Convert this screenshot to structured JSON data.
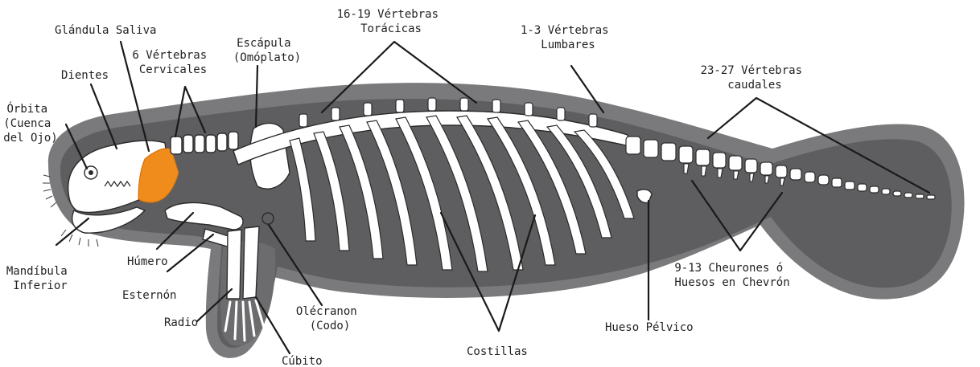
{
  "colors": {
    "body_outer": "#7a7a7c",
    "body_inner": "#5e5e60",
    "bone_fill": "#ffffff",
    "bone_outline": "#2b2b2b",
    "salivary_gland": "#f08c1c",
    "label_text": "#222222",
    "leader_line": "#1a1a1a"
  },
  "labels": {
    "glandula_saliva": "Glándula Saliva",
    "dientes": "Dientes",
    "orbita": [
      "Órbita",
      "(Cuenca",
      "del Ojo)"
    ],
    "cervicales": [
      "6 Vértebras",
      "Cervicales"
    ],
    "escapula": [
      "Escápula",
      "(Omóplato)"
    ],
    "toracicas": [
      "16-19 Vértebras",
      "Torácicas"
    ],
    "lumbares": [
      "1-3 Vértebras",
      "Lumbares"
    ],
    "caudales": [
      "23-27 Vértebras",
      "caudales"
    ],
    "mandibula": [
      "Mandíbula",
      "Inferior"
    ],
    "humero": "Húmero",
    "esternon": "Esternón",
    "radio": "Radio",
    "cubito": "Cúbito",
    "olecranon": [
      "Olécranon",
      "(Codo)"
    ],
    "costillas": "Costillas",
    "hueso_pelvico": "Hueso Pélvico",
    "cheurones": [
      "9-13 Cheurones ó",
      "Huesos en Chevrón"
    ]
  }
}
